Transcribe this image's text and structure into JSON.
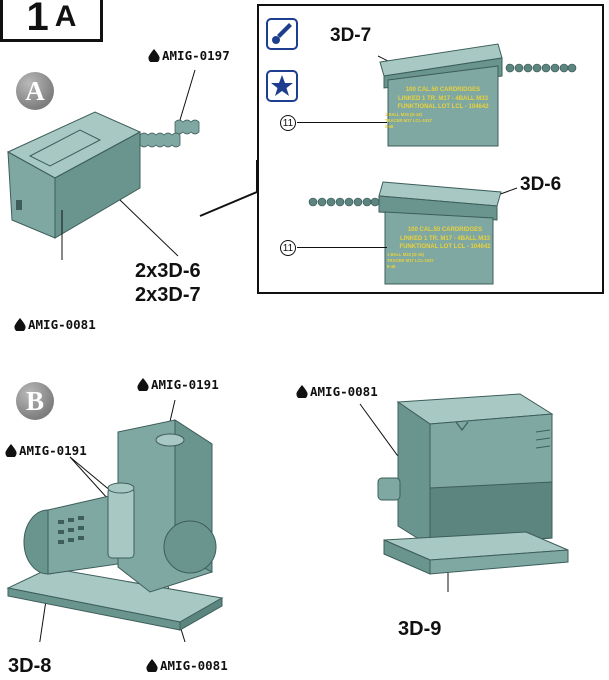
{
  "step": {
    "number": "1",
    "letter": "A"
  },
  "section_a": {
    "badge": "A",
    "paint_ref_top": "AMIG-0197",
    "paint_ref_bottom": "AMIG-0081",
    "parts_line1": "2x3D-6",
    "parts_line2": "2x3D-7"
  },
  "detail": {
    "icons": [
      "paint-brush-icon",
      "star-icon"
    ],
    "top_part": "3D-7",
    "bottom_part": "3D-6",
    "callout": "11",
    "can_label": {
      "line1": "100 CAL.50 CARDRIDGES",
      "line2": "LINKED 1 TR. M17 - 4BALL M33",
      "line3": "FUNKTIONAL LOT LCL - 104642",
      "line4": "1 BALL M33 (D-16)",
      "line5": "TRACER M17 LCL-1037",
      "line6": "8-48"
    }
  },
  "section_b": {
    "badge": "B",
    "paint_ref_top": "AMIG-0191",
    "paint_ref_left": "AMIG-0191",
    "paint_ref_bottom": "AMIG-0081",
    "part_generator": "3D-8",
    "paint_ref_box": "AMIG-0081",
    "part_box": "3D-9"
  },
  "colors": {
    "model_teal": "#7fa8a2",
    "model_shadow": "#5c8580",
    "model_light": "#a7c8c3",
    "stencil": "#e9d23c",
    "icon_blue": "#1d3d8f"
  }
}
